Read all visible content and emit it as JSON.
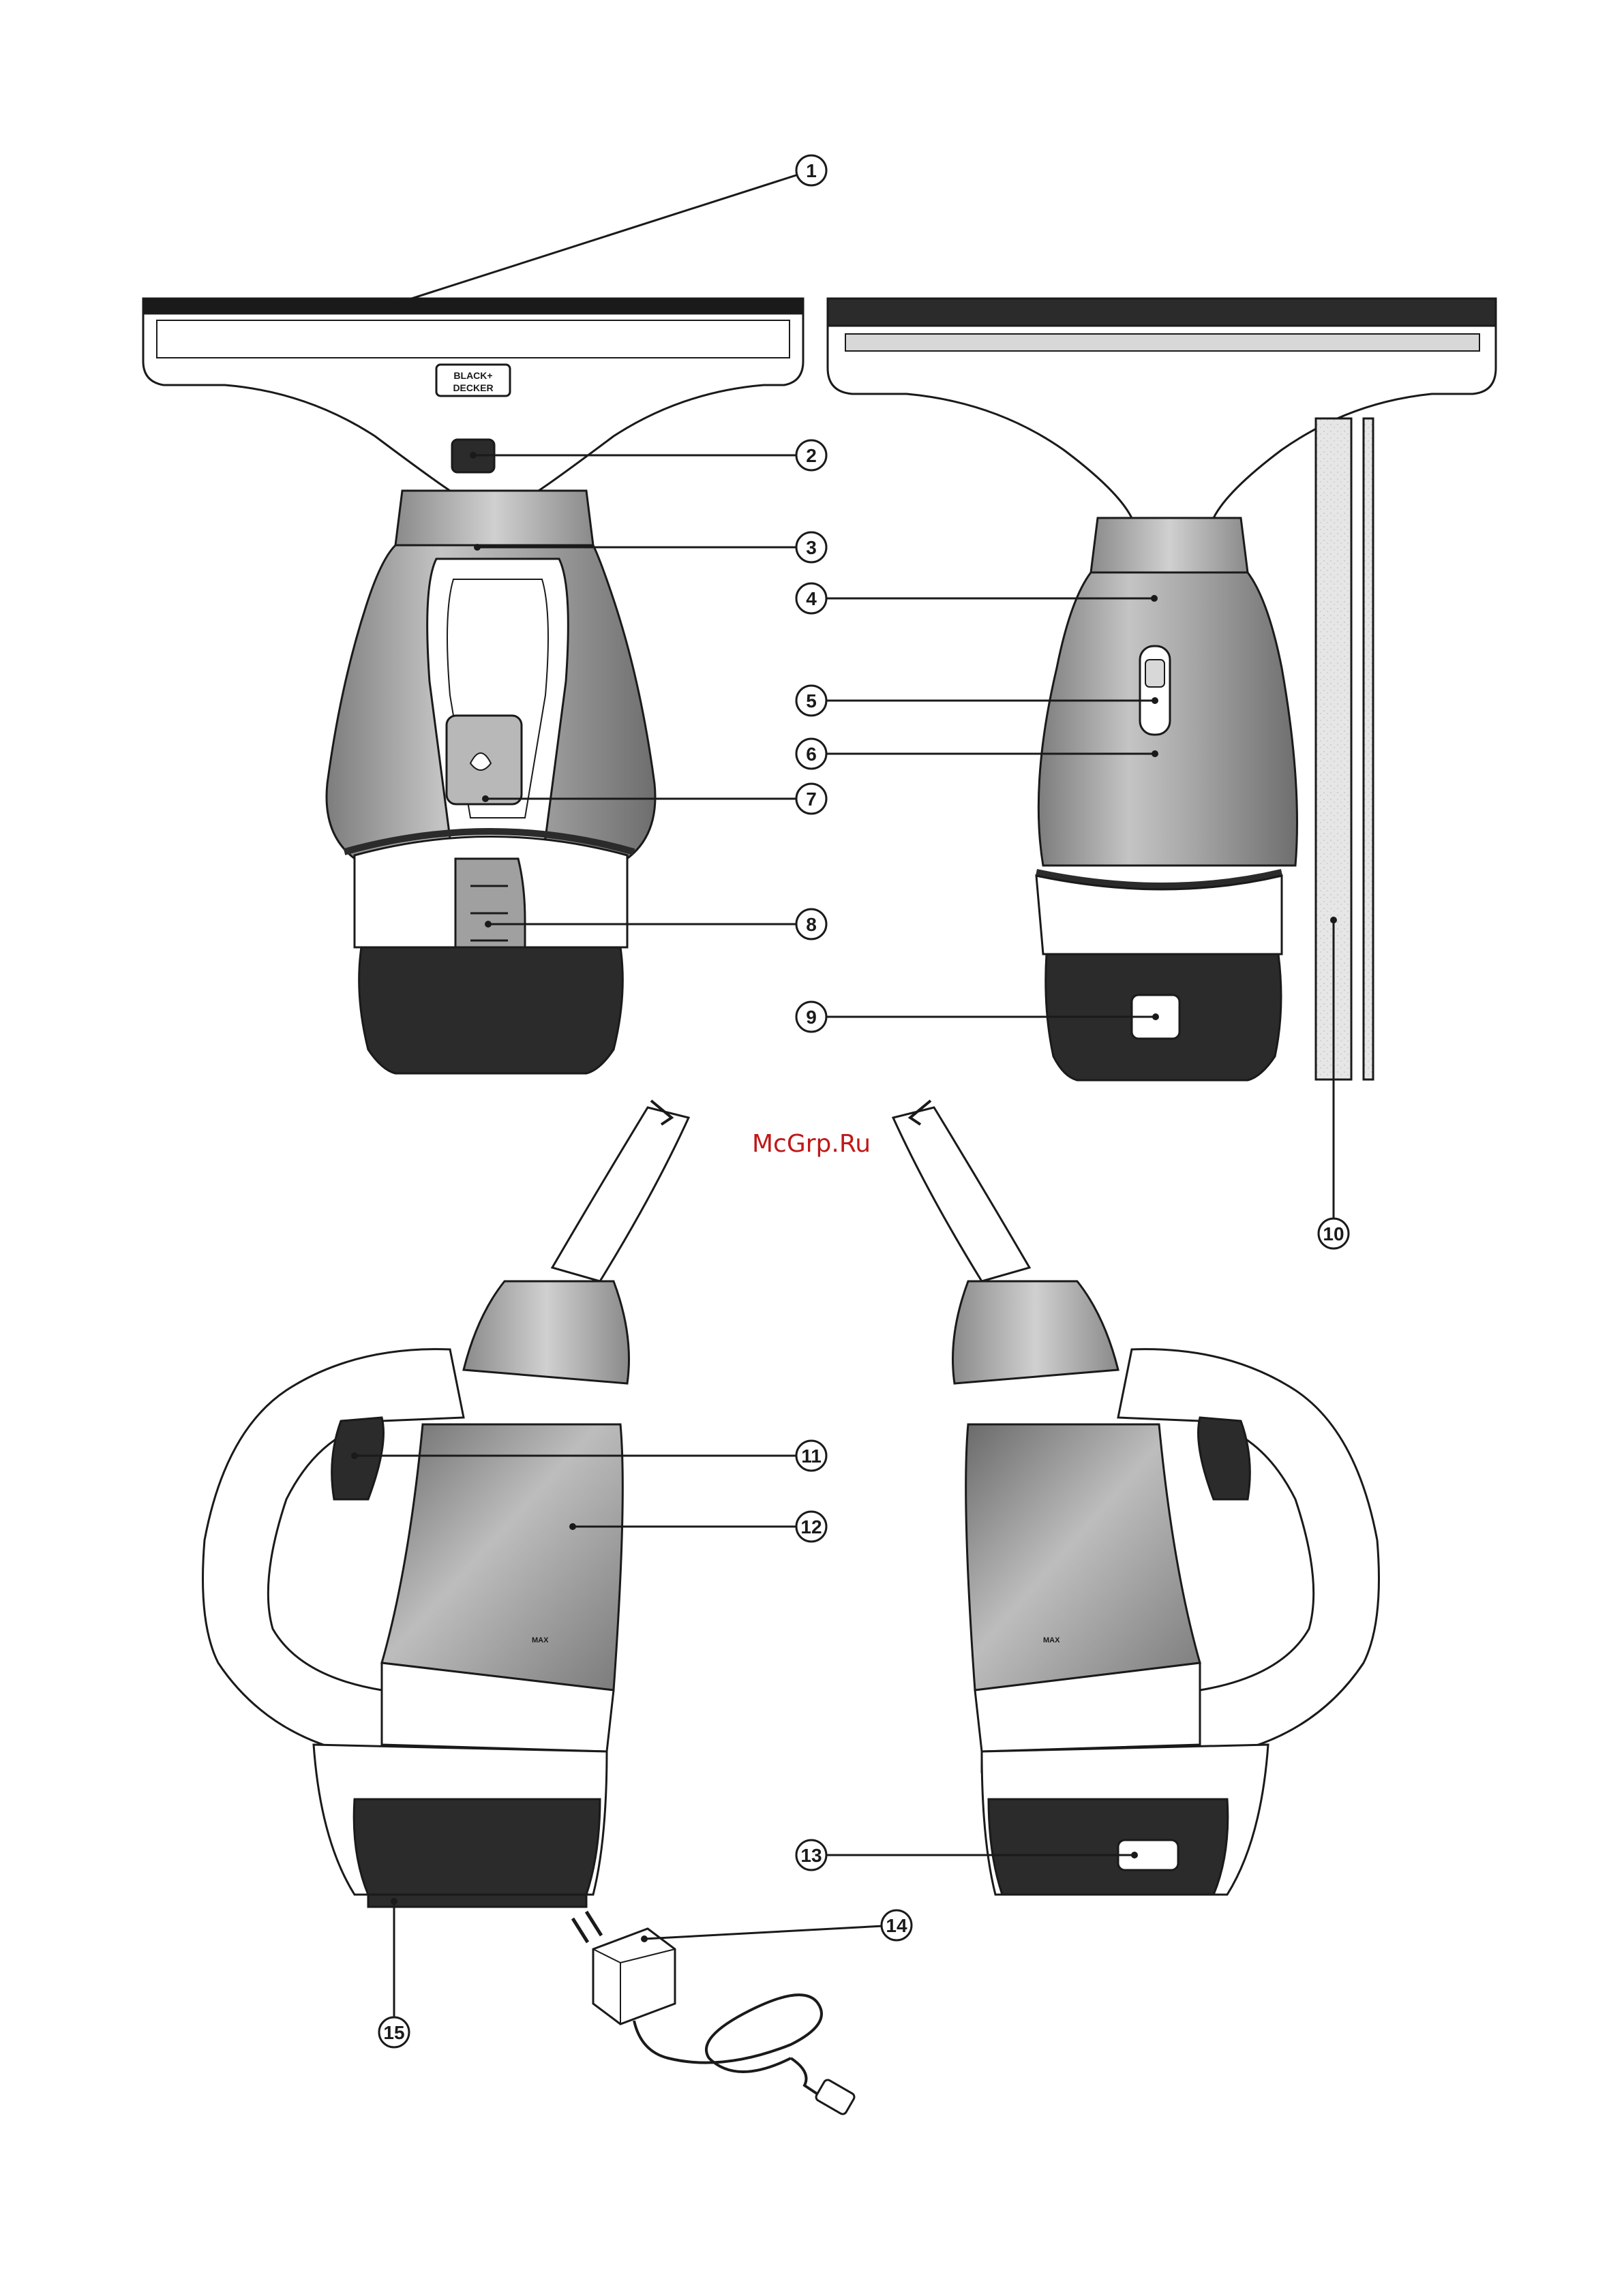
{
  "watermark": "McGrp.Ru",
  "brand": {
    "line1": "BLACK+",
    "line2": "DECKER"
  },
  "max_label": "MAX",
  "colors": {
    "outline": "#1a1a1a",
    "tank_gray": "#9a9a9a",
    "dark_base": "#2b2b2b",
    "light_gray": "#d8d8d8",
    "white": "#ffffff"
  },
  "callouts": [
    {
      "num": "1"
    },
    {
      "num": "2"
    },
    {
      "num": "3"
    },
    {
      "num": "4"
    },
    {
      "num": "5"
    },
    {
      "num": "6"
    },
    {
      "num": "7"
    },
    {
      "num": "8"
    },
    {
      "num": "9"
    },
    {
      "num": "10"
    },
    {
      "num": "11"
    },
    {
      "num": "12"
    },
    {
      "num": "13"
    },
    {
      "num": "14"
    },
    {
      "num": "15"
    }
  ]
}
